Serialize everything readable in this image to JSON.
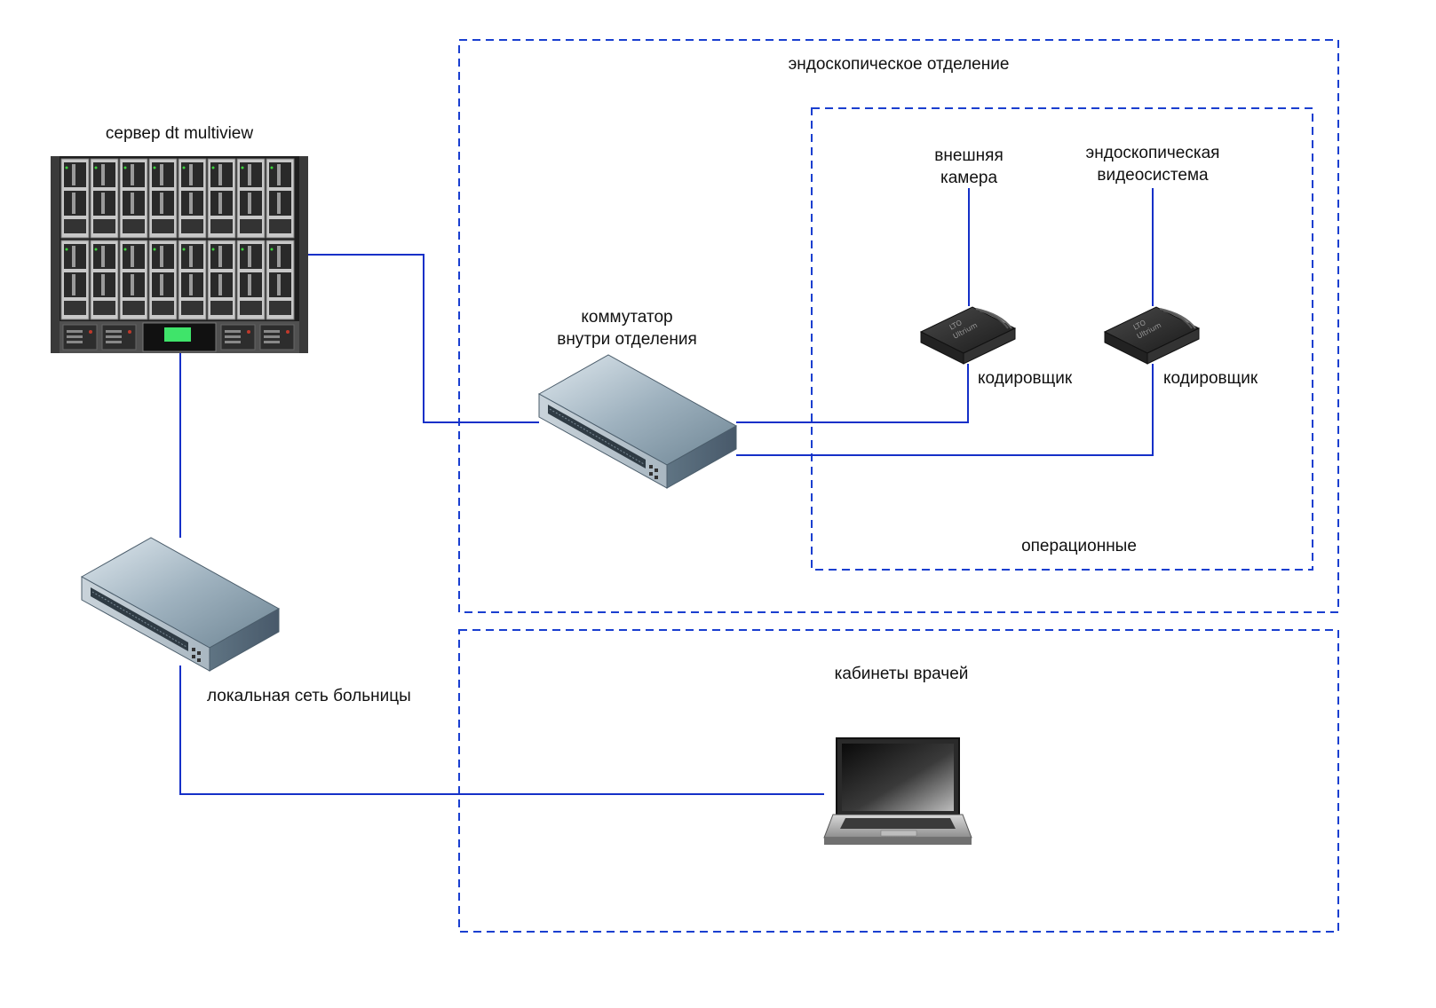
{
  "zones": {
    "endoscopy": "эндоскопическое отделение",
    "operating_rooms": "операционные",
    "doctors_offices": "кабинеты врачей"
  },
  "devices": {
    "server": "сервер dt multiview",
    "dept_switch": [
      "коммутатор",
      "внутри отделения"
    ],
    "hospital_lan": "локальная сеть больницы",
    "external_camera": [
      "внешняя",
      "камера"
    ],
    "endoscopic_system": [
      "эндоскопическая",
      "видеосистема"
    ],
    "encoder_1": "кодировщик",
    "encoder_2": "кодировщик"
  },
  "colors": {
    "link": "#1530c8",
    "zone_border": "#1a3fd0"
  },
  "icons": [
    "blade-server-icon",
    "network-switch-icon",
    "encoder-icon",
    "laptop-icon"
  ]
}
